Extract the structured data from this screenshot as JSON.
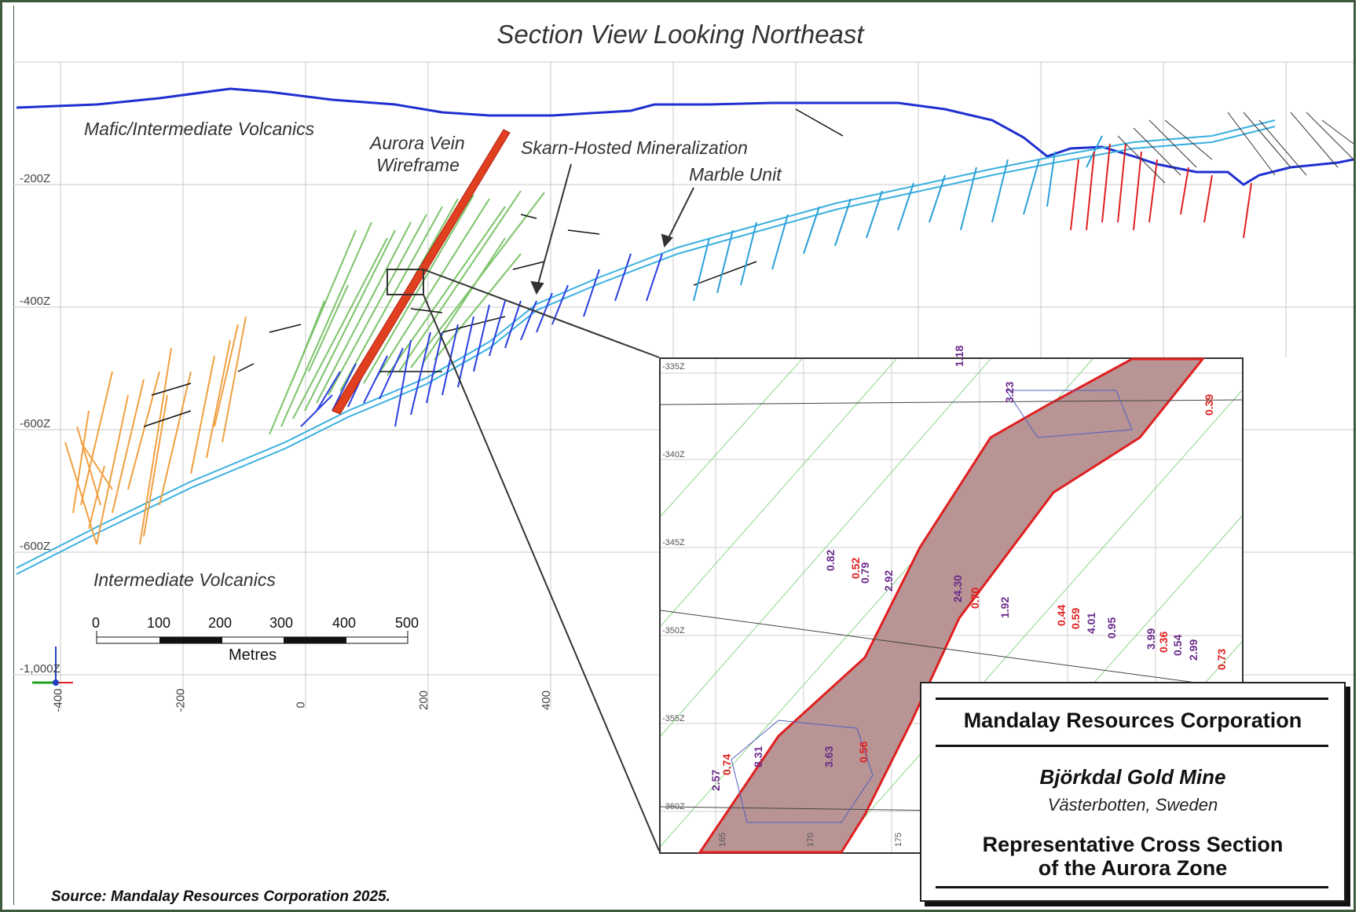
{
  "title": "Section View Looking Northeast",
  "labels": {
    "mafic": "Mafic/Intermediate Volcanics",
    "aurora_vein": "Aurora Vein",
    "wireframe": "Wireframe",
    "skarn": "Skarn-Hosted Mineralization",
    "marble": "Marble Unit",
    "intermediate": "Intermediate Volcanics"
  },
  "z_levels": [
    "-200Z",
    "-400Z",
    "-600Z",
    "-600Z",
    "-1,000Z"
  ],
  "x_ticks": [
    "-400",
    "-200",
    "0",
    "200",
    "400"
  ],
  "scale_bar": {
    "ticks": [
      "0",
      "100",
      "200",
      "300",
      "400",
      "500"
    ],
    "unit": "Metres"
  },
  "inset": {
    "z_levels": [
      "-335Z",
      "-340Z",
      "-345Z",
      "-350Z",
      "-355Z",
      "-360Z"
    ],
    "x_ticks": [
      "165",
      "170",
      "175"
    ],
    "assays": [
      "0.82",
      "0.52",
      "0.79",
      "2.92",
      "24.30",
      "0.70",
      "1.92",
      "0.44",
      "0.59",
      "4.01",
      "0.95",
      "3.99",
      "0.36",
      "0.54",
      "2.99",
      "0.73",
      "3.23",
      "0.39",
      "0.56",
      "1.18",
      "8.31",
      "3.63",
      "0.74",
      "2.57"
    ]
  },
  "legend": {
    "company": "Mandalay Resources Corporation",
    "mine": "Björkdal Gold Mine",
    "location": "Västerbotten, Sweden",
    "title_line1": "Representative Cross Section",
    "title_line2": "of the Aurora Zone"
  },
  "source": "Source: Mandalay Resources Corporation 2025.",
  "colors": {
    "topography": "#1f2fd0",
    "skarn_drill": "#2a3fe0",
    "green_drill": "#7cc46a",
    "orange_drill": "#f0a040",
    "red_drill": "#e02020",
    "cyan_drill": "#2aa0d8",
    "vein": "#e04020",
    "marble": "#3ab0e0",
    "inset_vein_fill": "#b89494"
  }
}
